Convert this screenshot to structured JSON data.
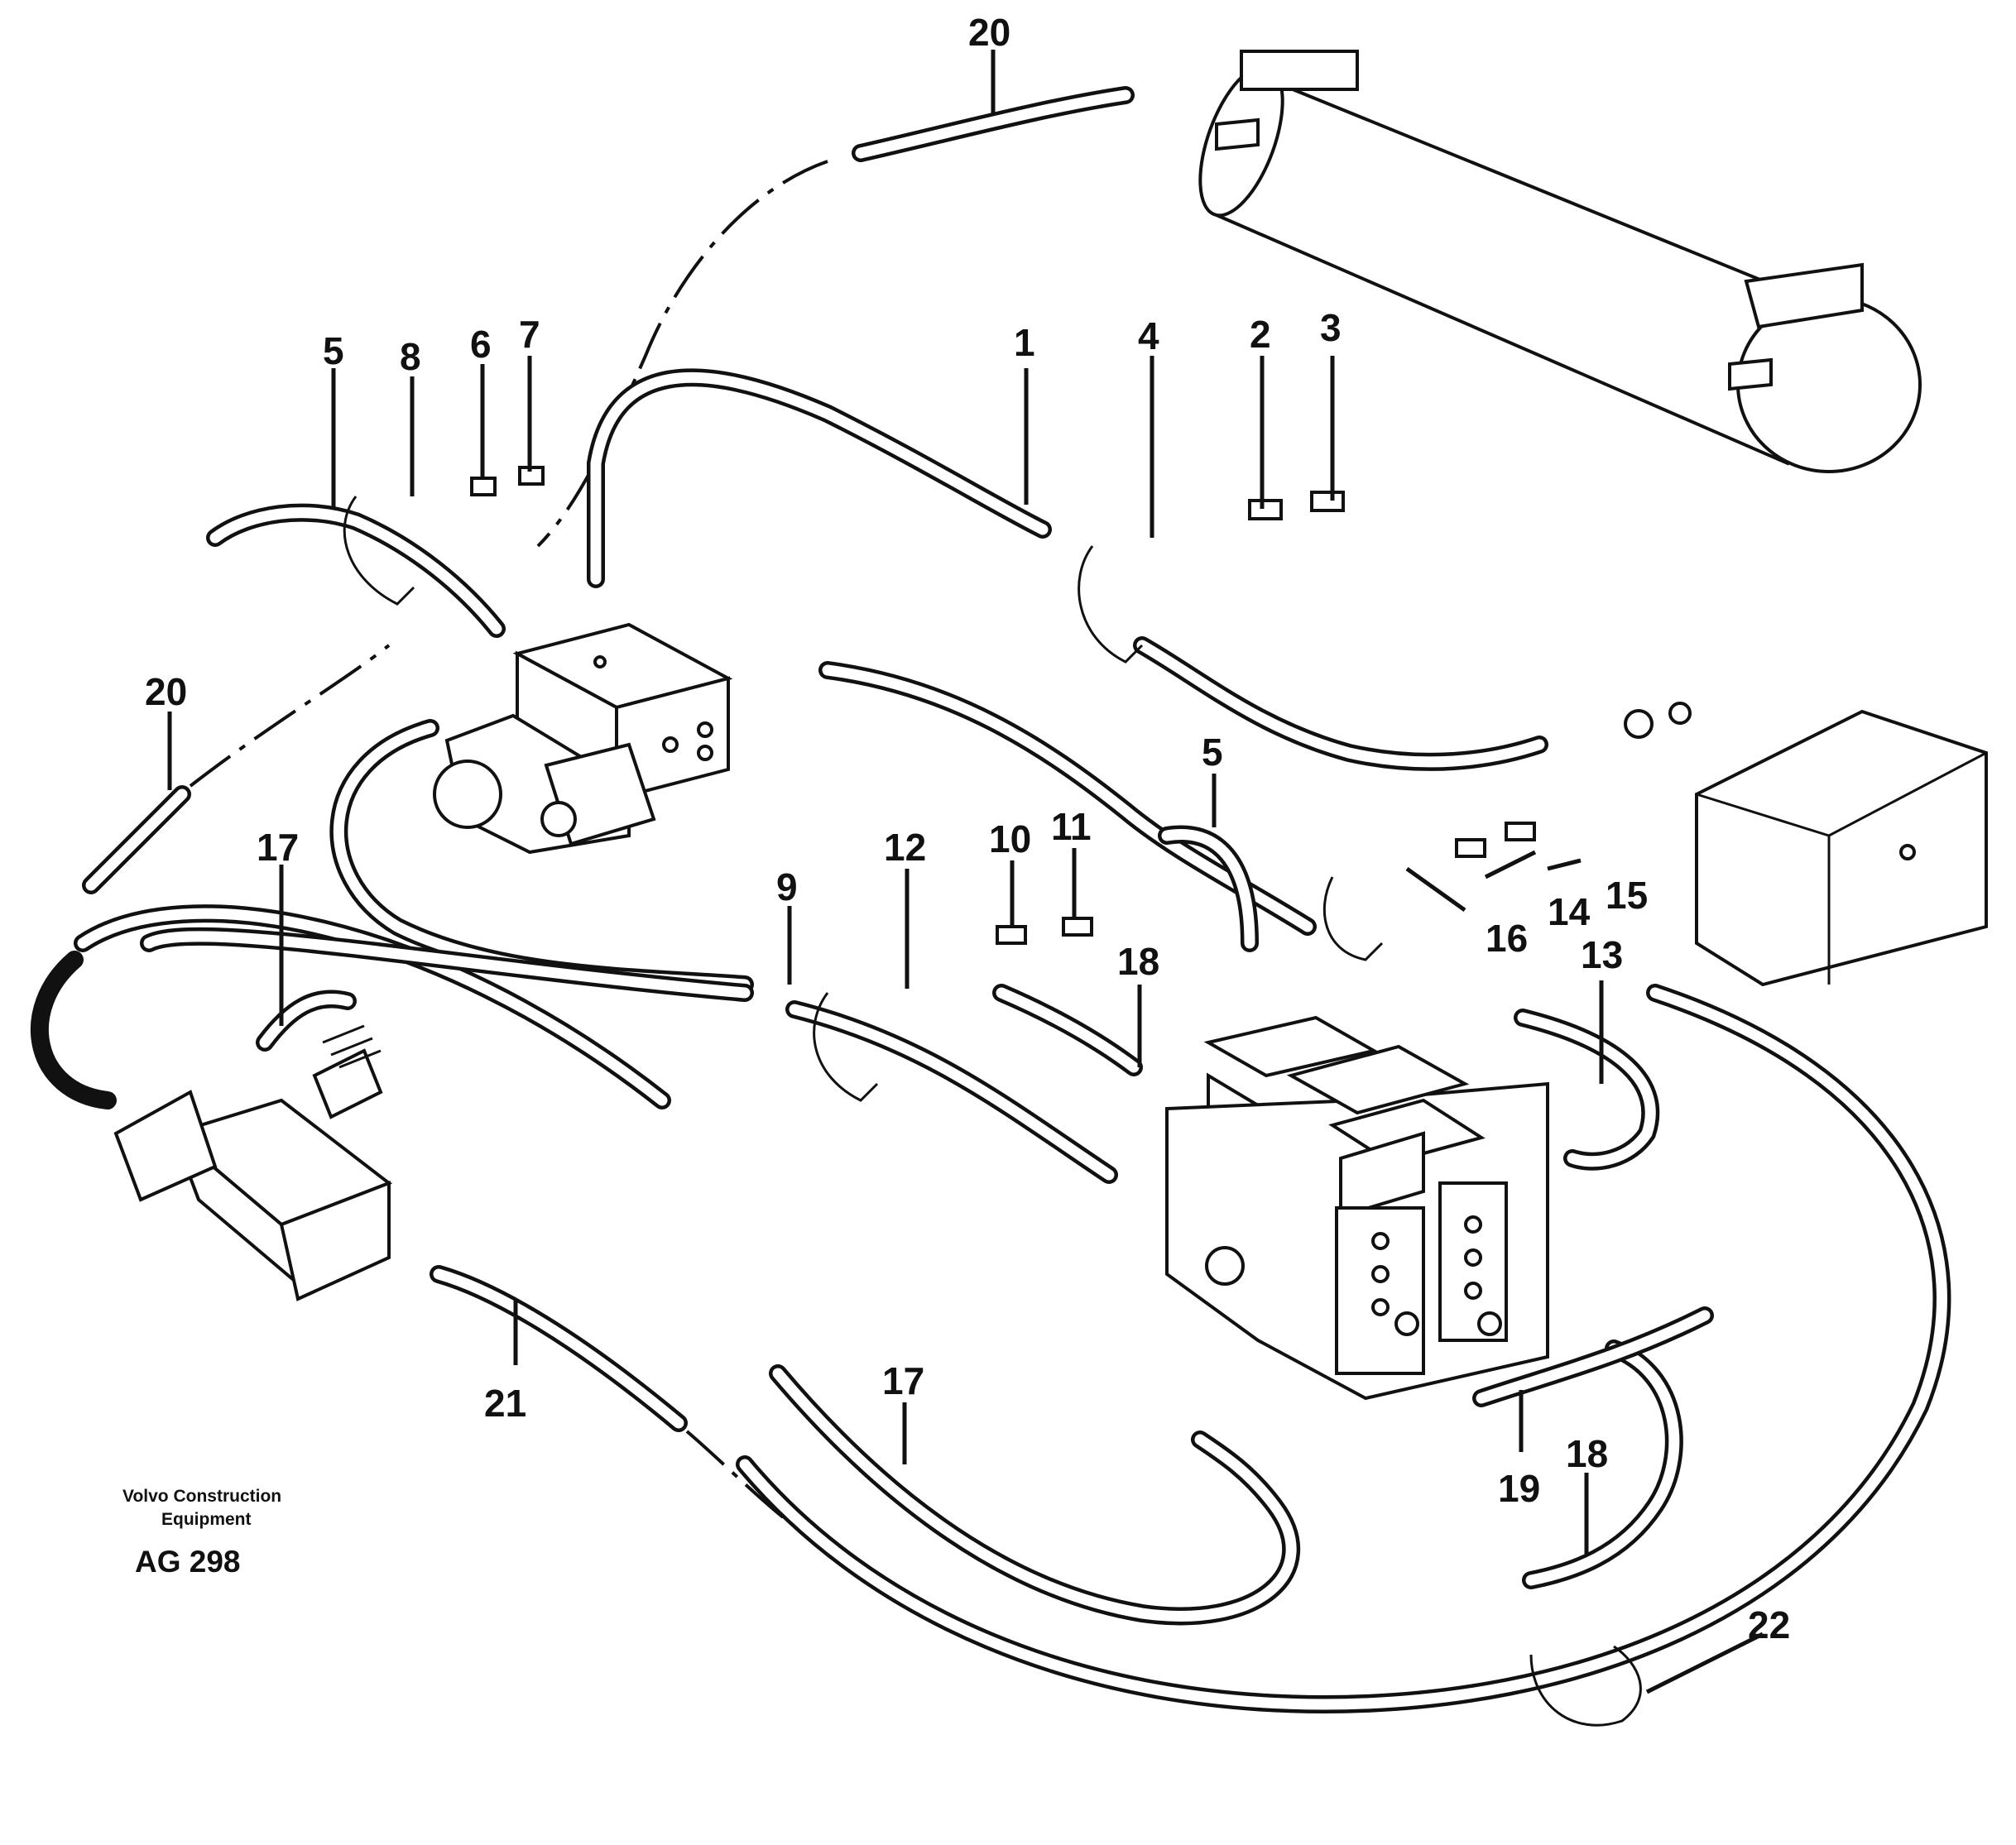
{
  "callouts": {
    "c1": "1",
    "c2": "2",
    "c3": "3",
    "c4": "4",
    "c5a": "5",
    "c5b": "5",
    "c6": "6",
    "c7": "7",
    "c8": "8",
    "c9": "9",
    "c10": "10",
    "c11": "11",
    "c12": "12",
    "c13": "13",
    "c14": "14",
    "c15": "15",
    "c16": "16",
    "c17a": "17",
    "c17b": "17",
    "c18a": "18",
    "c18b": "18",
    "c19": "19",
    "c20a": "20",
    "c20b": "20",
    "c21": "21",
    "c22": "22"
  },
  "footer": {
    "brand_line1": "Volvo Construction",
    "brand_line2": "Equipment",
    "reference": "AG 298"
  }
}
